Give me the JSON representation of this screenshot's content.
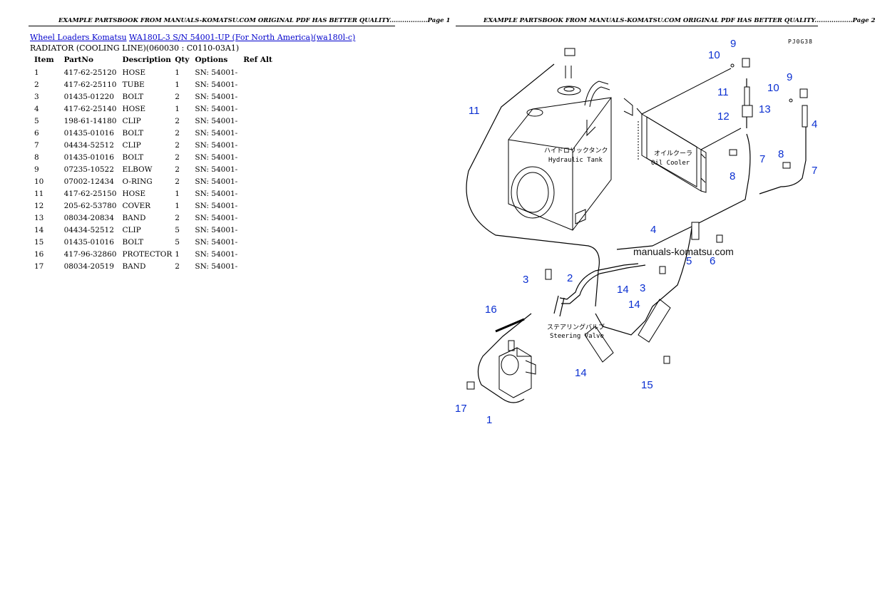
{
  "page1": {
    "header": "EXAMPLE PARTSBOOK FROM MANUALS-KOMATSU.COM ORIGINAL PDF HAS BETTER QUALITY..................Page 1",
    "breadcrumb": {
      "link1": "Wheel Loaders Komatsu",
      "link2": "WA180L-3 S/N 54001-UP (For North America)(wa180l-c)"
    },
    "section_title": "RADIATOR (COOLING LINE)(060030 : C0110-03A1)",
    "table": {
      "headers": [
        "Item",
        "PartNo",
        "Description",
        "Qty",
        "Options",
        "Ref Alt"
      ],
      "rows": [
        [
          "1",
          "417-62-25120",
          "HOSE",
          "1",
          "SN: 54001-",
          ""
        ],
        [
          "2",
          "417-62-25110",
          "TUBE",
          "1",
          "SN: 54001-",
          ""
        ],
        [
          "3",
          "01435-01220",
          "BOLT",
          "2",
          "SN: 54001-",
          ""
        ],
        [
          "4",
          "417-62-25140",
          "HOSE",
          "1",
          "SN: 54001-",
          ""
        ],
        [
          "5",
          "198-61-14180",
          "CLIP",
          "2",
          "SN: 54001-",
          ""
        ],
        [
          "6",
          "01435-01016",
          "BOLT",
          "2",
          "SN: 54001-",
          ""
        ],
        [
          "7",
          "04434-52512",
          "CLIP",
          "2",
          "SN: 54001-",
          ""
        ],
        [
          "8",
          "01435-01016",
          "BOLT",
          "2",
          "SN: 54001-",
          ""
        ],
        [
          "9",
          "07235-10522",
          "ELBOW",
          "2",
          "SN: 54001-",
          ""
        ],
        [
          "10",
          "07002-12434",
          "O-RING",
          "2",
          "SN: 54001-",
          ""
        ],
        [
          "11",
          "417-62-25150",
          "HOSE",
          "1",
          "SN: 54001-",
          ""
        ],
        [
          "12",
          "205-62-53780",
          "COVER",
          "1",
          "SN: 54001-",
          ""
        ],
        [
          "13",
          "08034-20834",
          "BAND",
          "2",
          "SN: 54001-",
          ""
        ],
        [
          "14",
          "04434-52512",
          "CLIP",
          "5",
          "SN: 54001-",
          ""
        ],
        [
          "15",
          "01435-01016",
          "BOLT",
          "5",
          "SN: 54001-",
          ""
        ],
        [
          "16",
          "417-96-32860",
          "PROTECTOR",
          "1",
          "SN: 54001-",
          ""
        ],
        [
          "17",
          "08034-20519",
          "BAND",
          "2",
          "SN: 54001-",
          ""
        ]
      ]
    }
  },
  "page2": {
    "header": "EXAMPLE PARTSBOOK FROM MANUALS-KOMATSU.COM ORIGINAL PDF HAS BETTER QUALITY..................Page 2",
    "diagram": {
      "code": "PJ0G38",
      "watermark": "manuals-komatsu.com",
      "labels": {
        "hydraulic_tank_jp": "ハイドロリックタンク",
        "hydraulic_tank_en": "Hydraulic Tank",
        "oil_cooler_jp": "オイルクーラ",
        "oil_cooler_en": "Oil Cooler",
        "steering_valve_jp": "ステアリングバルブ",
        "steering_valve_en": "Steering Valve"
      },
      "callouts": [
        "10",
        "9",
        "11",
        "9",
        "10",
        "11",
        "12",
        "13",
        "4",
        "8",
        "7",
        "8",
        "7",
        "4",
        "5",
        "6",
        "3",
        "2",
        "14",
        "3",
        "14",
        "16",
        "14",
        "15",
        "17",
        "1"
      ]
    }
  }
}
